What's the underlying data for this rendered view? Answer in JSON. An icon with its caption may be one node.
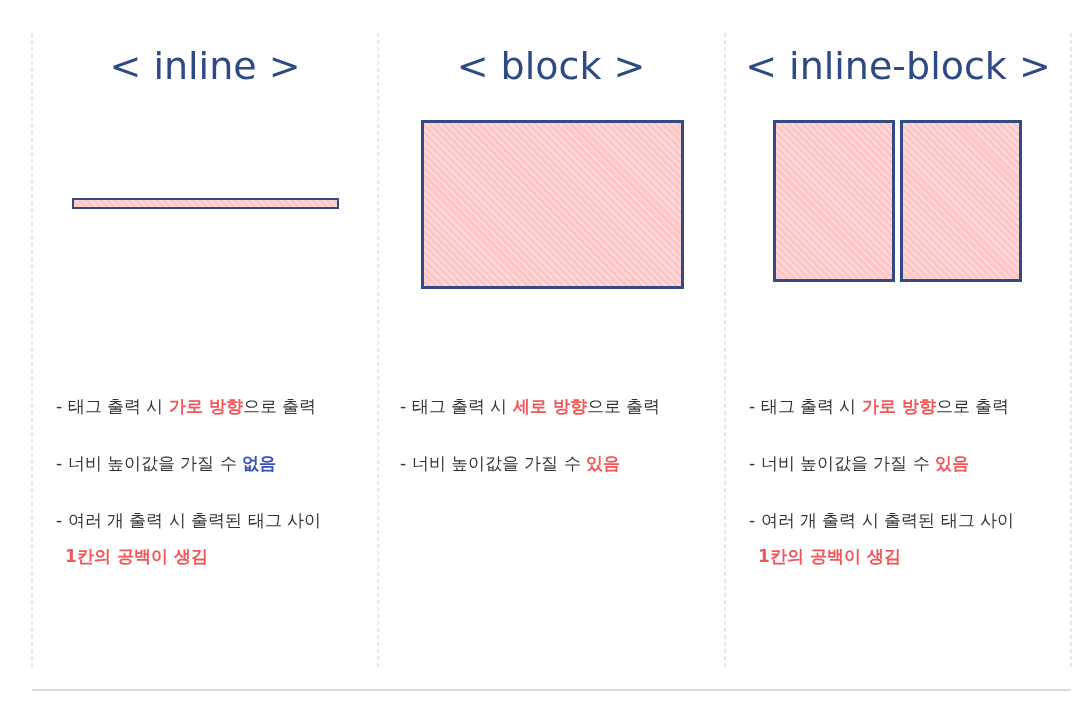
{
  "diagram": {
    "nodes": [
      {
        "text": [],
        "shape": "bar"
      },
      {
        "text": [],
        "shape": "box"
      },
      {
        "text": [],
        "shape": "box"
      },
      {
        "text": [],
        "shape": "box"
      }
    ],
    "labels": [
      "< inline >",
      "< block >",
      "< inline-block >",
      "- 태그 출력 시 **가로 방향**으로 출력",
      "- 너비 높이값을 가질 수 **없음**",
      "- 여러 개 출력 시 출력된 태그 사이 **1칸의 공백이 생김**",
      "- 태그 출력 시 **세로 방향**으로 출력",
      "- 너비 높이값을 가질 수 **있음**",
      "- 태그 출력 시 **가로 방향**으로 출력",
      "- 너비 높이값을 가질 수 **있음**",
      "- 여러 개 출력 시 출력된 태그 사이 **1칸의 공백이 생김**"
    ]
  }
}
